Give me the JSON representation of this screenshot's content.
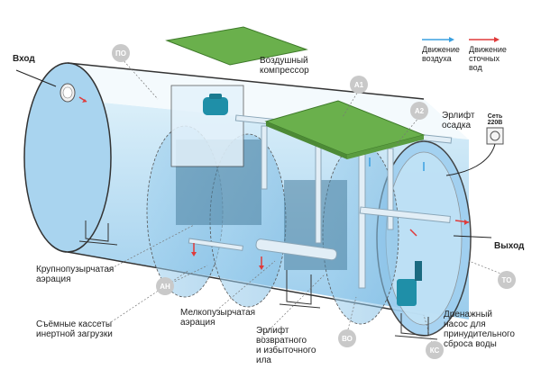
{
  "labels": {
    "inlet": "Вход",
    "outlet": "Выход",
    "air_compressor": "Воздушный\nкомпрессор",
    "sludge_airlift": "Эрлифт\nосадка",
    "power": "Сеть\n220В",
    "coarse_aeration": "Крупнопузырчатая\nаэрация",
    "removable_cassettes": "Съёмные кассеты\nинертной загрузки",
    "fine_aeration": "Мелкопузырчатая\nаэрация",
    "return_airlift": "Эрлифт\nвозвратного\nи избыточного\nила",
    "drain_pump": "Дренажный\nнасос для\nпринудительного\nсброса воды"
  },
  "legend": {
    "air_flow": "Движение\nвоздуха",
    "sewage_flow": "Движение\nсточных\nвод"
  },
  "badges": {
    "po": "ПО",
    "a1": "А1",
    "a2": "А2",
    "an": "АН",
    "vo": "ВО",
    "ks": "КС",
    "to": "ТО"
  },
  "colors": {
    "water": "#bfe0f5",
    "tank_outline": "#3a3a3a",
    "lid": "#6ab04c",
    "badge": "#c9c9c9",
    "air_arrow": "#3aa0e0",
    "sewage_arrow": "#e03a3a",
    "pump": "#1f8fa8"
  }
}
